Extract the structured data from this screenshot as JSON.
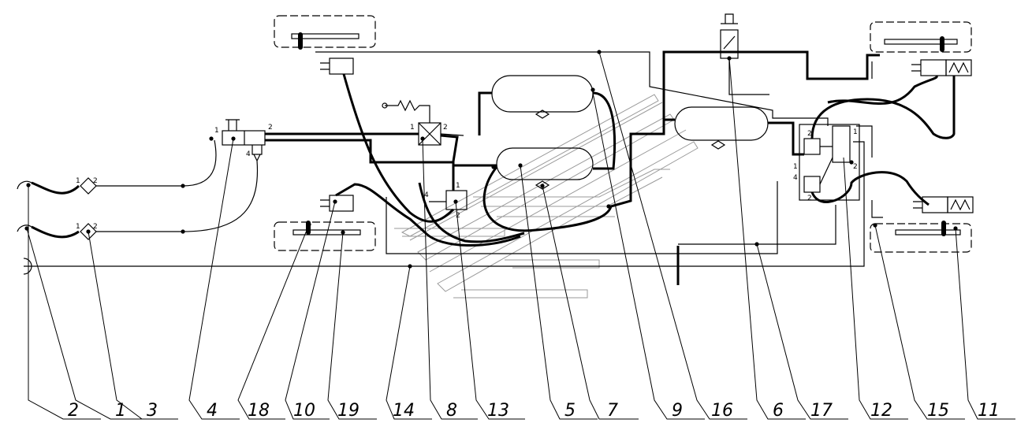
{
  "callouts": [
    {
      "text": "2"
    },
    {
      "text": "1"
    },
    {
      "text": "3"
    },
    {
      "text": "4"
    },
    {
      "text": "18"
    },
    {
      "text": "10"
    },
    {
      "text": "19"
    },
    {
      "text": "14"
    },
    {
      "text": "8"
    },
    {
      "text": "13"
    },
    {
      "text": "5"
    },
    {
      "text": "7"
    },
    {
      "text": "9"
    },
    {
      "text": "16"
    },
    {
      "text": "6"
    },
    {
      "text": "17"
    },
    {
      "text": "12"
    },
    {
      "text": "15"
    },
    {
      "text": "11"
    }
  ],
  "ports": [
    {
      "text": "1"
    },
    {
      "text": "2"
    },
    {
      "text": "1"
    },
    {
      "text": "2"
    },
    {
      "text": "1"
    },
    {
      "text": "2"
    },
    {
      "text": "4"
    },
    {
      "text": "1"
    },
    {
      "text": "2"
    },
    {
      "text": "1"
    },
    {
      "text": "2"
    },
    {
      "text": "4"
    },
    {
      "text": "1"
    },
    {
      "text": "2"
    },
    {
      "text": "2"
    },
    {
      "text": "4"
    },
    {
      "text": "1"
    },
    {
      "text": "2"
    }
  ]
}
